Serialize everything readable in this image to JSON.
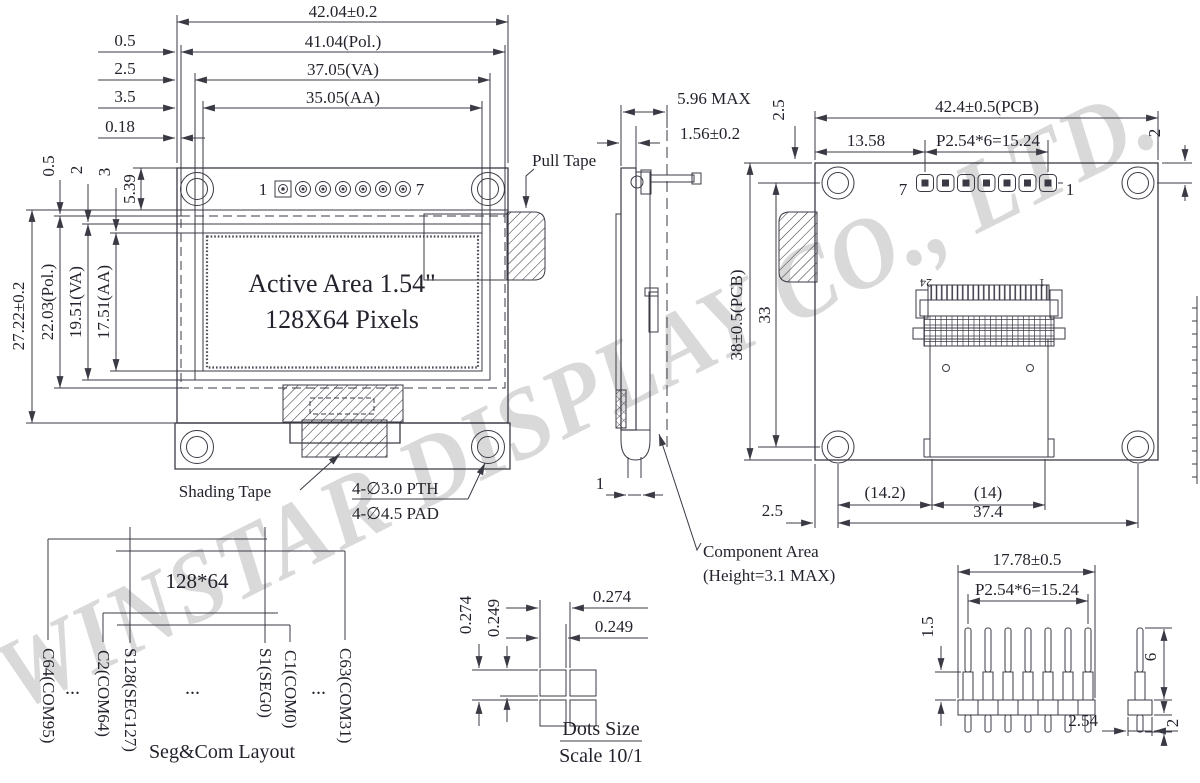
{
  "watermark": {
    "text": "WINSTAR DISPLAY CO., LTD."
  },
  "front": {
    "dim_width_overall": "42.04±0.2",
    "dim_width_pol": "41.04(Pol.)",
    "dim_width_va": "37.05(VA)",
    "dim_width_aa": "35.05(AA)",
    "offset_pol": "0.5",
    "offset_va": "2.5",
    "offset_aa": "3.5",
    "offset_gap": "0.18",
    "dim_height_overall": "27.22±0.2",
    "dim_height_pol": "22.03(Pol.)",
    "dim_height_va": "19.51(VA)",
    "dim_height_aa": "17.51(AA)",
    "offset_pol_v": "0.5",
    "offset_va_v": "2",
    "offset_aa_v": "3",
    "pin_band_height": "5.39",
    "active_area_line1": "Active Area 1.54\"",
    "active_area_line2": "128X64 Pixels",
    "pin_first": "1",
    "pin_last": "7",
    "pull_tape_label": "Pull Tape",
    "shading_tape_label": "Shading Tape",
    "hole_note_pth": "4-∅3.0 PTH",
    "hole_note_pad": "4-∅4.5 PAD"
  },
  "side": {
    "dim_depth_max": "5.96 MAX",
    "dim_glass": "1.56±0.2",
    "dim_thickness": "1",
    "component_area_line1": "Component Area",
    "component_area_line2": "(Height=3.1 MAX)"
  },
  "back": {
    "dim_pcb_width": "42.4±0.5(PCB)",
    "dim_pin_offset": "13.58",
    "dim_pitch": "P2.54*6=15.24",
    "dim_top": "2.5",
    "dim_hole": "2",
    "dim_pcb_height": "38±0.5(PCB)",
    "dim_inner_height": "33",
    "pin_last": "7",
    "pin_first": "1",
    "conn_pin_24": "24",
    "conn_pin_1": "1",
    "dim_tab_left": "(14.2)",
    "dim_tab": "(14)",
    "dim_edge": "2.5",
    "dim_hole_span": "37.4"
  },
  "header": {
    "dim_width": "17.78±0.5",
    "dim_pitch": "P2.54*6=15.24",
    "dim_shoulder": "1.5",
    "dim_pin_top": "6",
    "dim_pin_bottom": "2",
    "dim_side_pitch": "2.54"
  },
  "dots": {
    "dim_pitch_h": "0.274",
    "dim_size_h": "0.249",
    "dim_pitch_v": "0.274",
    "dim_size_v": "0.249",
    "caption": "Dots Size",
    "scale": "Scale 10/1"
  },
  "segcom": {
    "resolution": "128*64",
    "caption": "Seg&Com Layout",
    "labels": [
      "C64(COM95)",
      "...",
      "C2(COM64)",
      "S128(SEG127)",
      "...",
      "S1(SEG0)",
      "C1(COM0)",
      "...",
      "C63(COM31)"
    ]
  }
}
